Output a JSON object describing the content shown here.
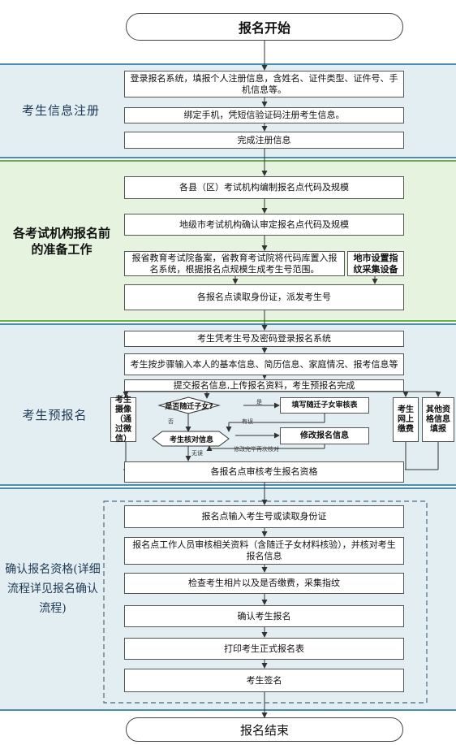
{
  "start": "报名开始",
  "end": "报名结束",
  "stages": {
    "s1": "考生信息注册",
    "s2": "各考试机构报名前的准备工作",
    "s3": "考生预报名",
    "s4": "确认报名资格(详细流程详见报名确认流程)"
  },
  "s1_boxes": [
    "登录报名系统，填报个人注册信息，含姓名、证件类型、证件号、手机信息等。",
    "绑定手机，凭短信验证码注册考生信息。",
    "完成注册信息"
  ],
  "s2_boxes": [
    "各县（区）考试机构编制报名点代码及规模",
    "地级市考试机构确认审定报名点代码及规模",
    "报省教育考试院备案，省教育考试院将代码库置入报名系统，根据报名点规模生成考生号范围。",
    "地市设置指纹采集设备",
    "各报名点读取身份证，派发考生号"
  ],
  "s3_boxes": {
    "login": "考生凭考生号及密码登录报名系统",
    "input": "考生按步骤输入本人的基本信息、简历信息、家庭情况、报考信息等",
    "submit": "提交报名信息,上传报名资料，考生预报名完成",
    "photo": "考生摄像（通过微信）",
    "decision": "是否随迁子女?",
    "fill_form": "填写随迁子女审核表",
    "verify": "考生核对信息",
    "modify": "修改报名信息",
    "pay": "考生网上缴费",
    "other": "其他资格信息填报",
    "review": "各报名点审核考生报名资格"
  },
  "s3_labels": {
    "yes": "是",
    "no": "否",
    "has_err": "有误",
    "no_err": "无误",
    "modify_done": "修改完毕再次核对"
  },
  "s4_boxes": [
    "报名点输入考生号或读取身份证",
    "报名点工作人员审核相关资料（含随迁子女材料核验），并核对考生报名信息",
    "检查考生相片以及是否缴费，采集指纹",
    "确认考生报名",
    "打印考生正式报名表",
    "考生签名"
  ],
  "colors": {
    "band_blue": "#e3eef2",
    "band_green": "#e6f4df",
    "border_blue": "#4a8fb0",
    "border_green": "#6bb24e",
    "stage_blue_text": "#1f3b57",
    "stage_green_text": "#111111"
  }
}
